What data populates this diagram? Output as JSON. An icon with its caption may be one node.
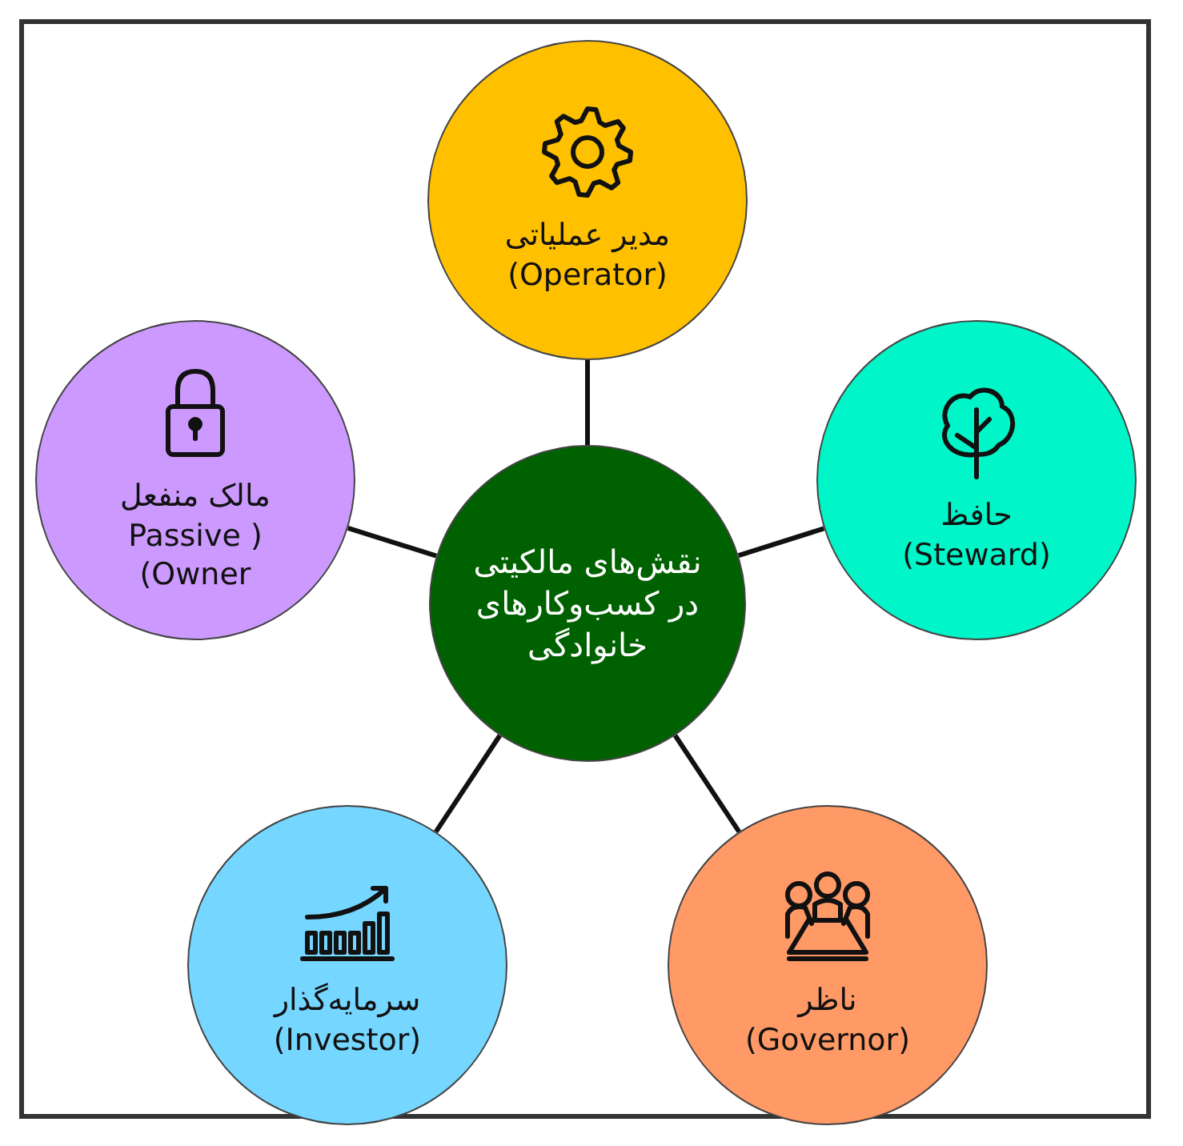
{
  "diagram": {
    "nodes": [
      {
        "text": [
          "نقش‌های مالکیتی در کسب‌وکارهای خانوادگی"
        ]
      },
      {
        "text": [
          "مدیر عملیاتی",
          "(Operator)"
        ]
      },
      {
        "text": [
          "حافظ",
          "(Steward)"
        ]
      },
      {
        "text": [
          "ناظر",
          "(Governor)"
        ]
      },
      {
        "text": [
          "سرمایه‌گذار",
          "(Investor)"
        ]
      },
      {
        "text": [
          "مالک منفعل",
          "Passive ) (Owner"
        ]
      }
    ],
    "edges": [
      {
        "from": 0,
        "to": 1,
        "arrow": "none"
      },
      {
        "from": 0,
        "to": 2,
        "arrow": "none"
      },
      {
        "from": 0,
        "to": 3,
        "arrow": "none"
      },
      {
        "from": 0,
        "to": 4,
        "arrow": "none"
      },
      {
        "from": 0,
        "to": 5,
        "arrow": "none"
      }
    ]
  }
}
